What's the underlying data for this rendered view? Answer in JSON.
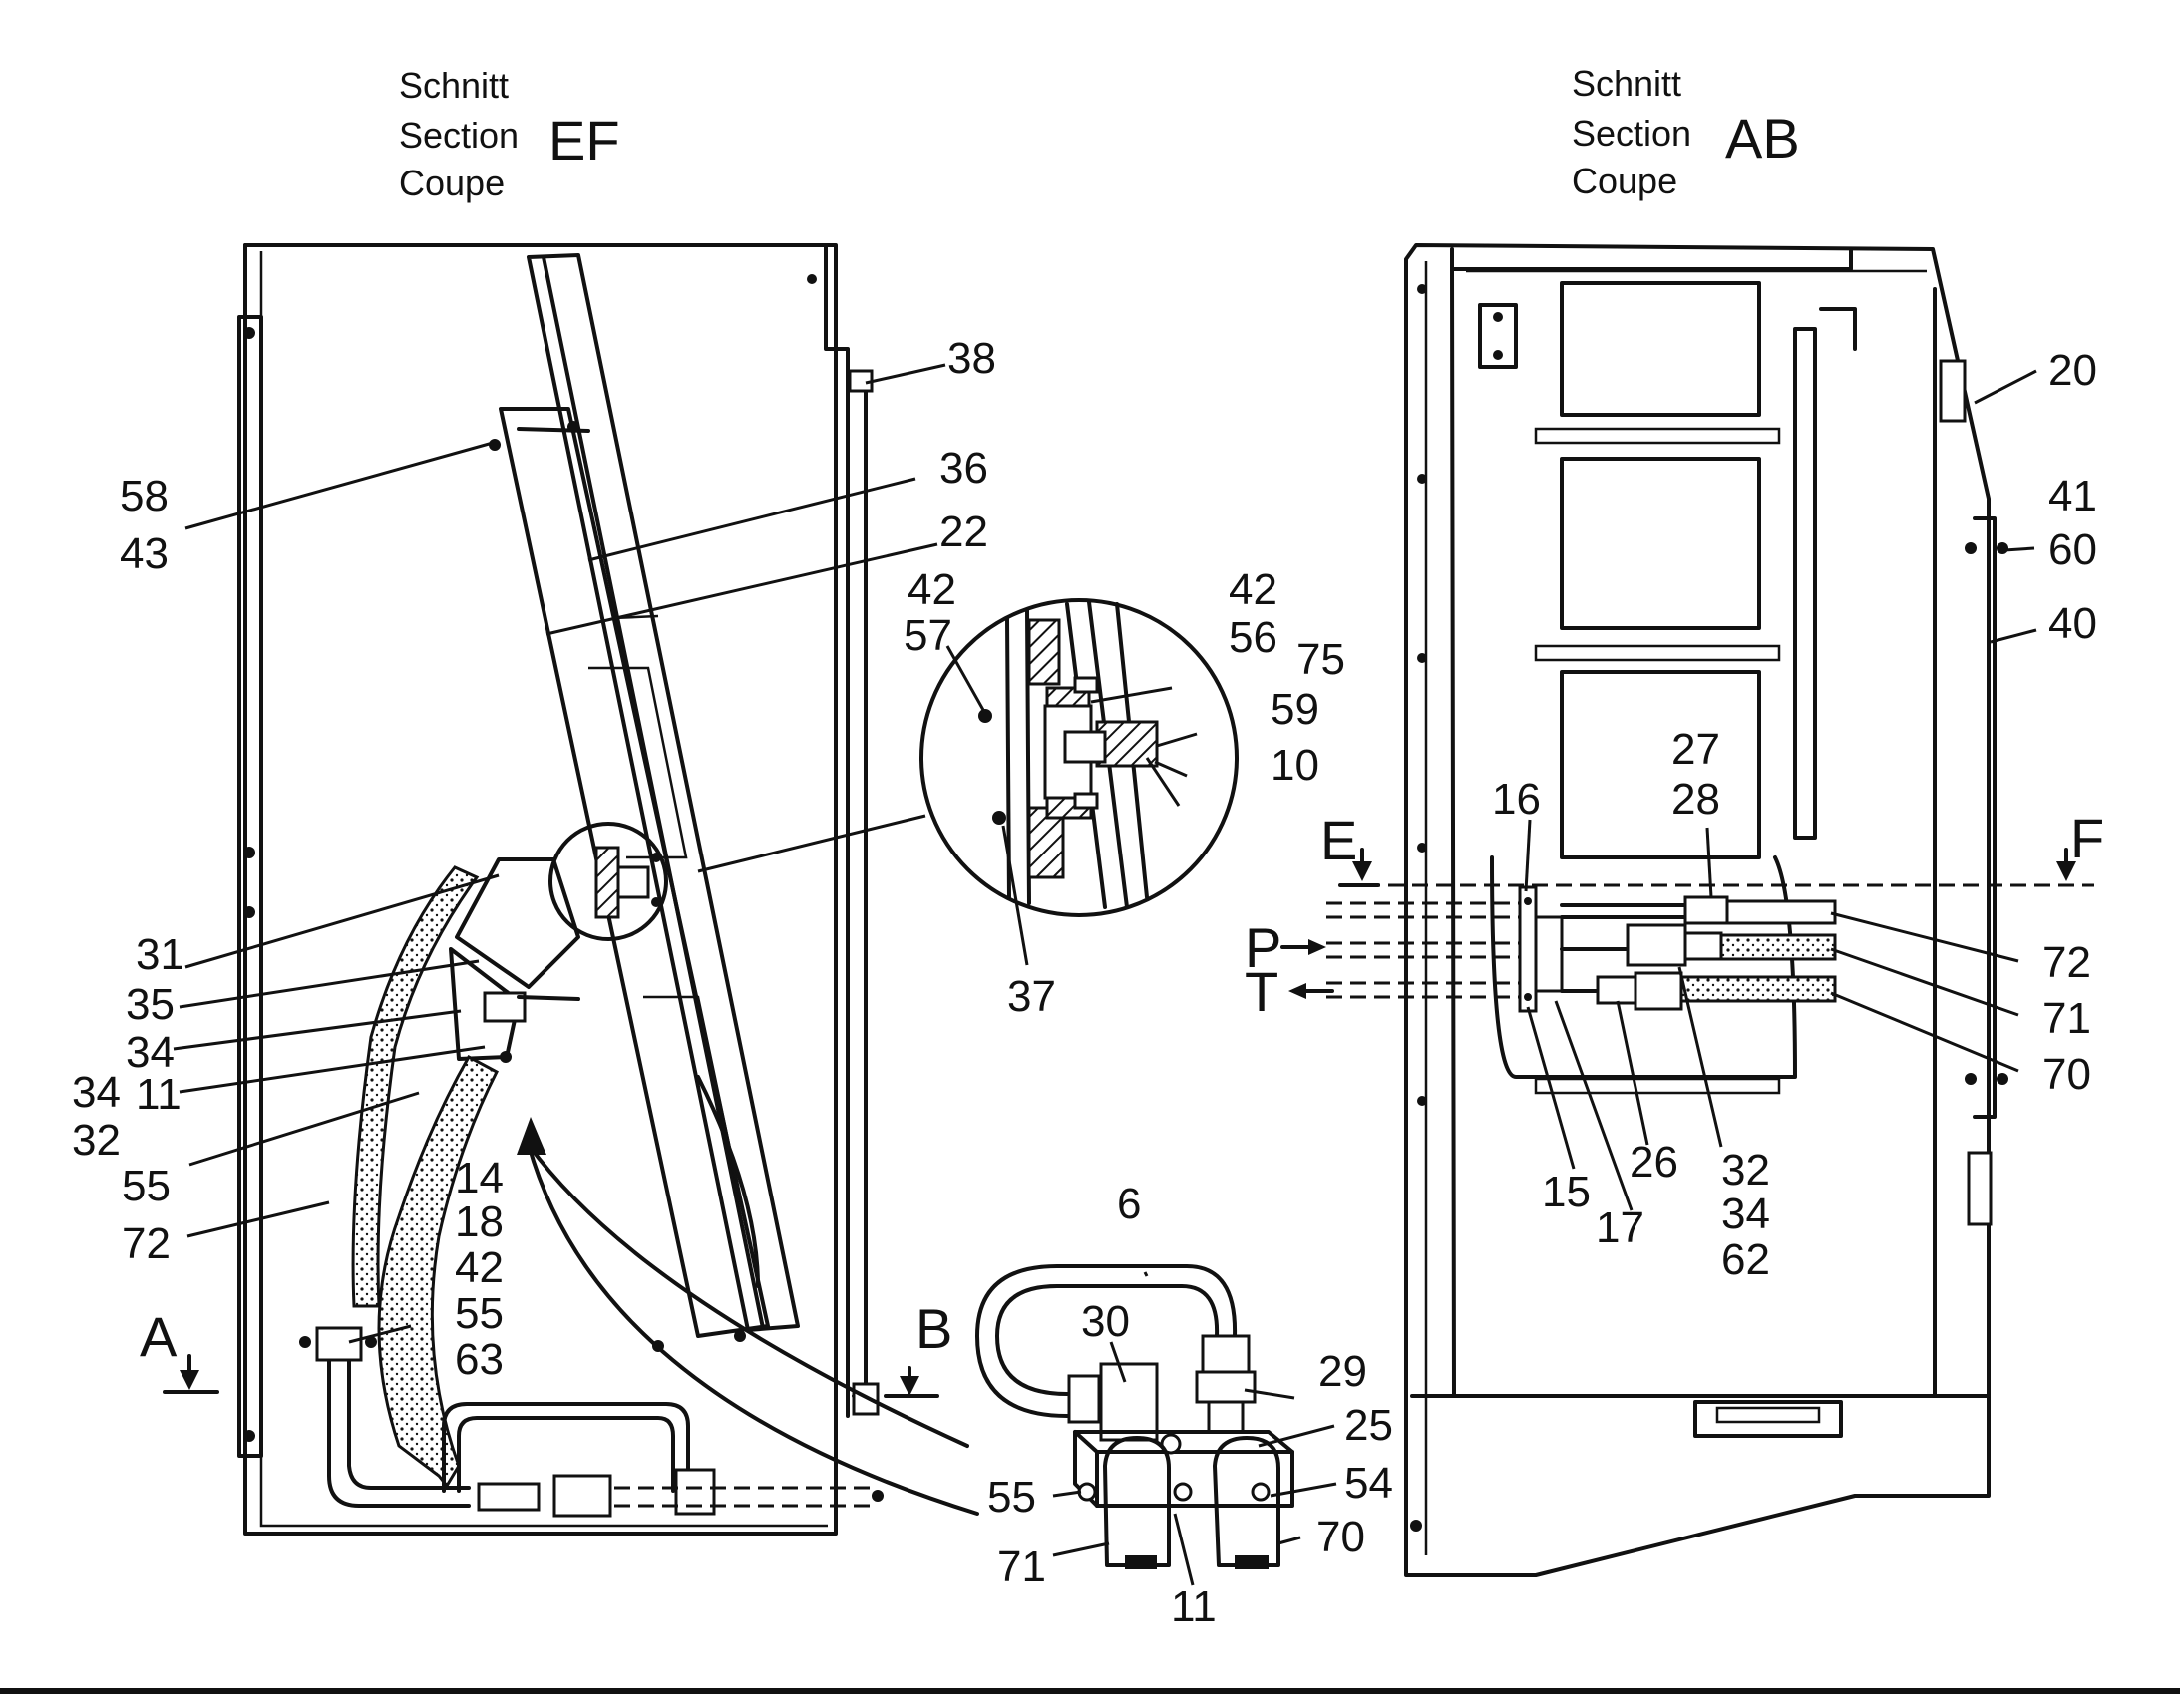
{
  "left_view": {
    "heading": [
      "Schnitt",
      "Section",
      "Coupe"
    ],
    "section_id": "EF",
    "cut_markers": {
      "a": "A",
      "b": "B"
    },
    "callouts": {
      "c38": "38",
      "c36": "36",
      "c22": "22",
      "c58": "58",
      "c43": "43",
      "c31": "31",
      "c35": "35",
      "c34a": "34",
      "c34b": "34",
      "c11": "11",
      "c32": "32",
      "c55": "55",
      "c72": "72",
      "c14": "14",
      "c18": "18",
      "c42": "42",
      "c55b": "55",
      "c63": "63",
      "c37": "37"
    }
  },
  "detail": {
    "callouts": {
      "c42a": "42",
      "c57": "57",
      "c42b": "42",
      "c56": "56",
      "c75": "75",
      "c59": "59",
      "c10": "10"
    }
  },
  "valve_detail": {
    "callouts": {
      "c6": "6",
      "c30": "30",
      "c29": "29",
      "c25": "25",
      "c54": "54",
      "c55": "55",
      "c70": "70",
      "c71": "71",
      "c11": "11"
    }
  },
  "right_view": {
    "heading": [
      "Schnitt",
      "Section",
      "Coupe"
    ],
    "section_id": "AB",
    "cut_markers": {
      "e": "E",
      "f": "F"
    },
    "ports": {
      "p": "P",
      "t": "T"
    },
    "callouts": {
      "c20": "20",
      "c41": "41",
      "c60": "60",
      "c40": "40",
      "c27": "27",
      "c28": "28",
      "c16": "16",
      "c72": "72",
      "c71": "71",
      "c70": "70",
      "c15": "15",
      "c17": "17",
      "c26": "26",
      "c32": "32",
      "c34": "34",
      "c62": "62"
    }
  }
}
